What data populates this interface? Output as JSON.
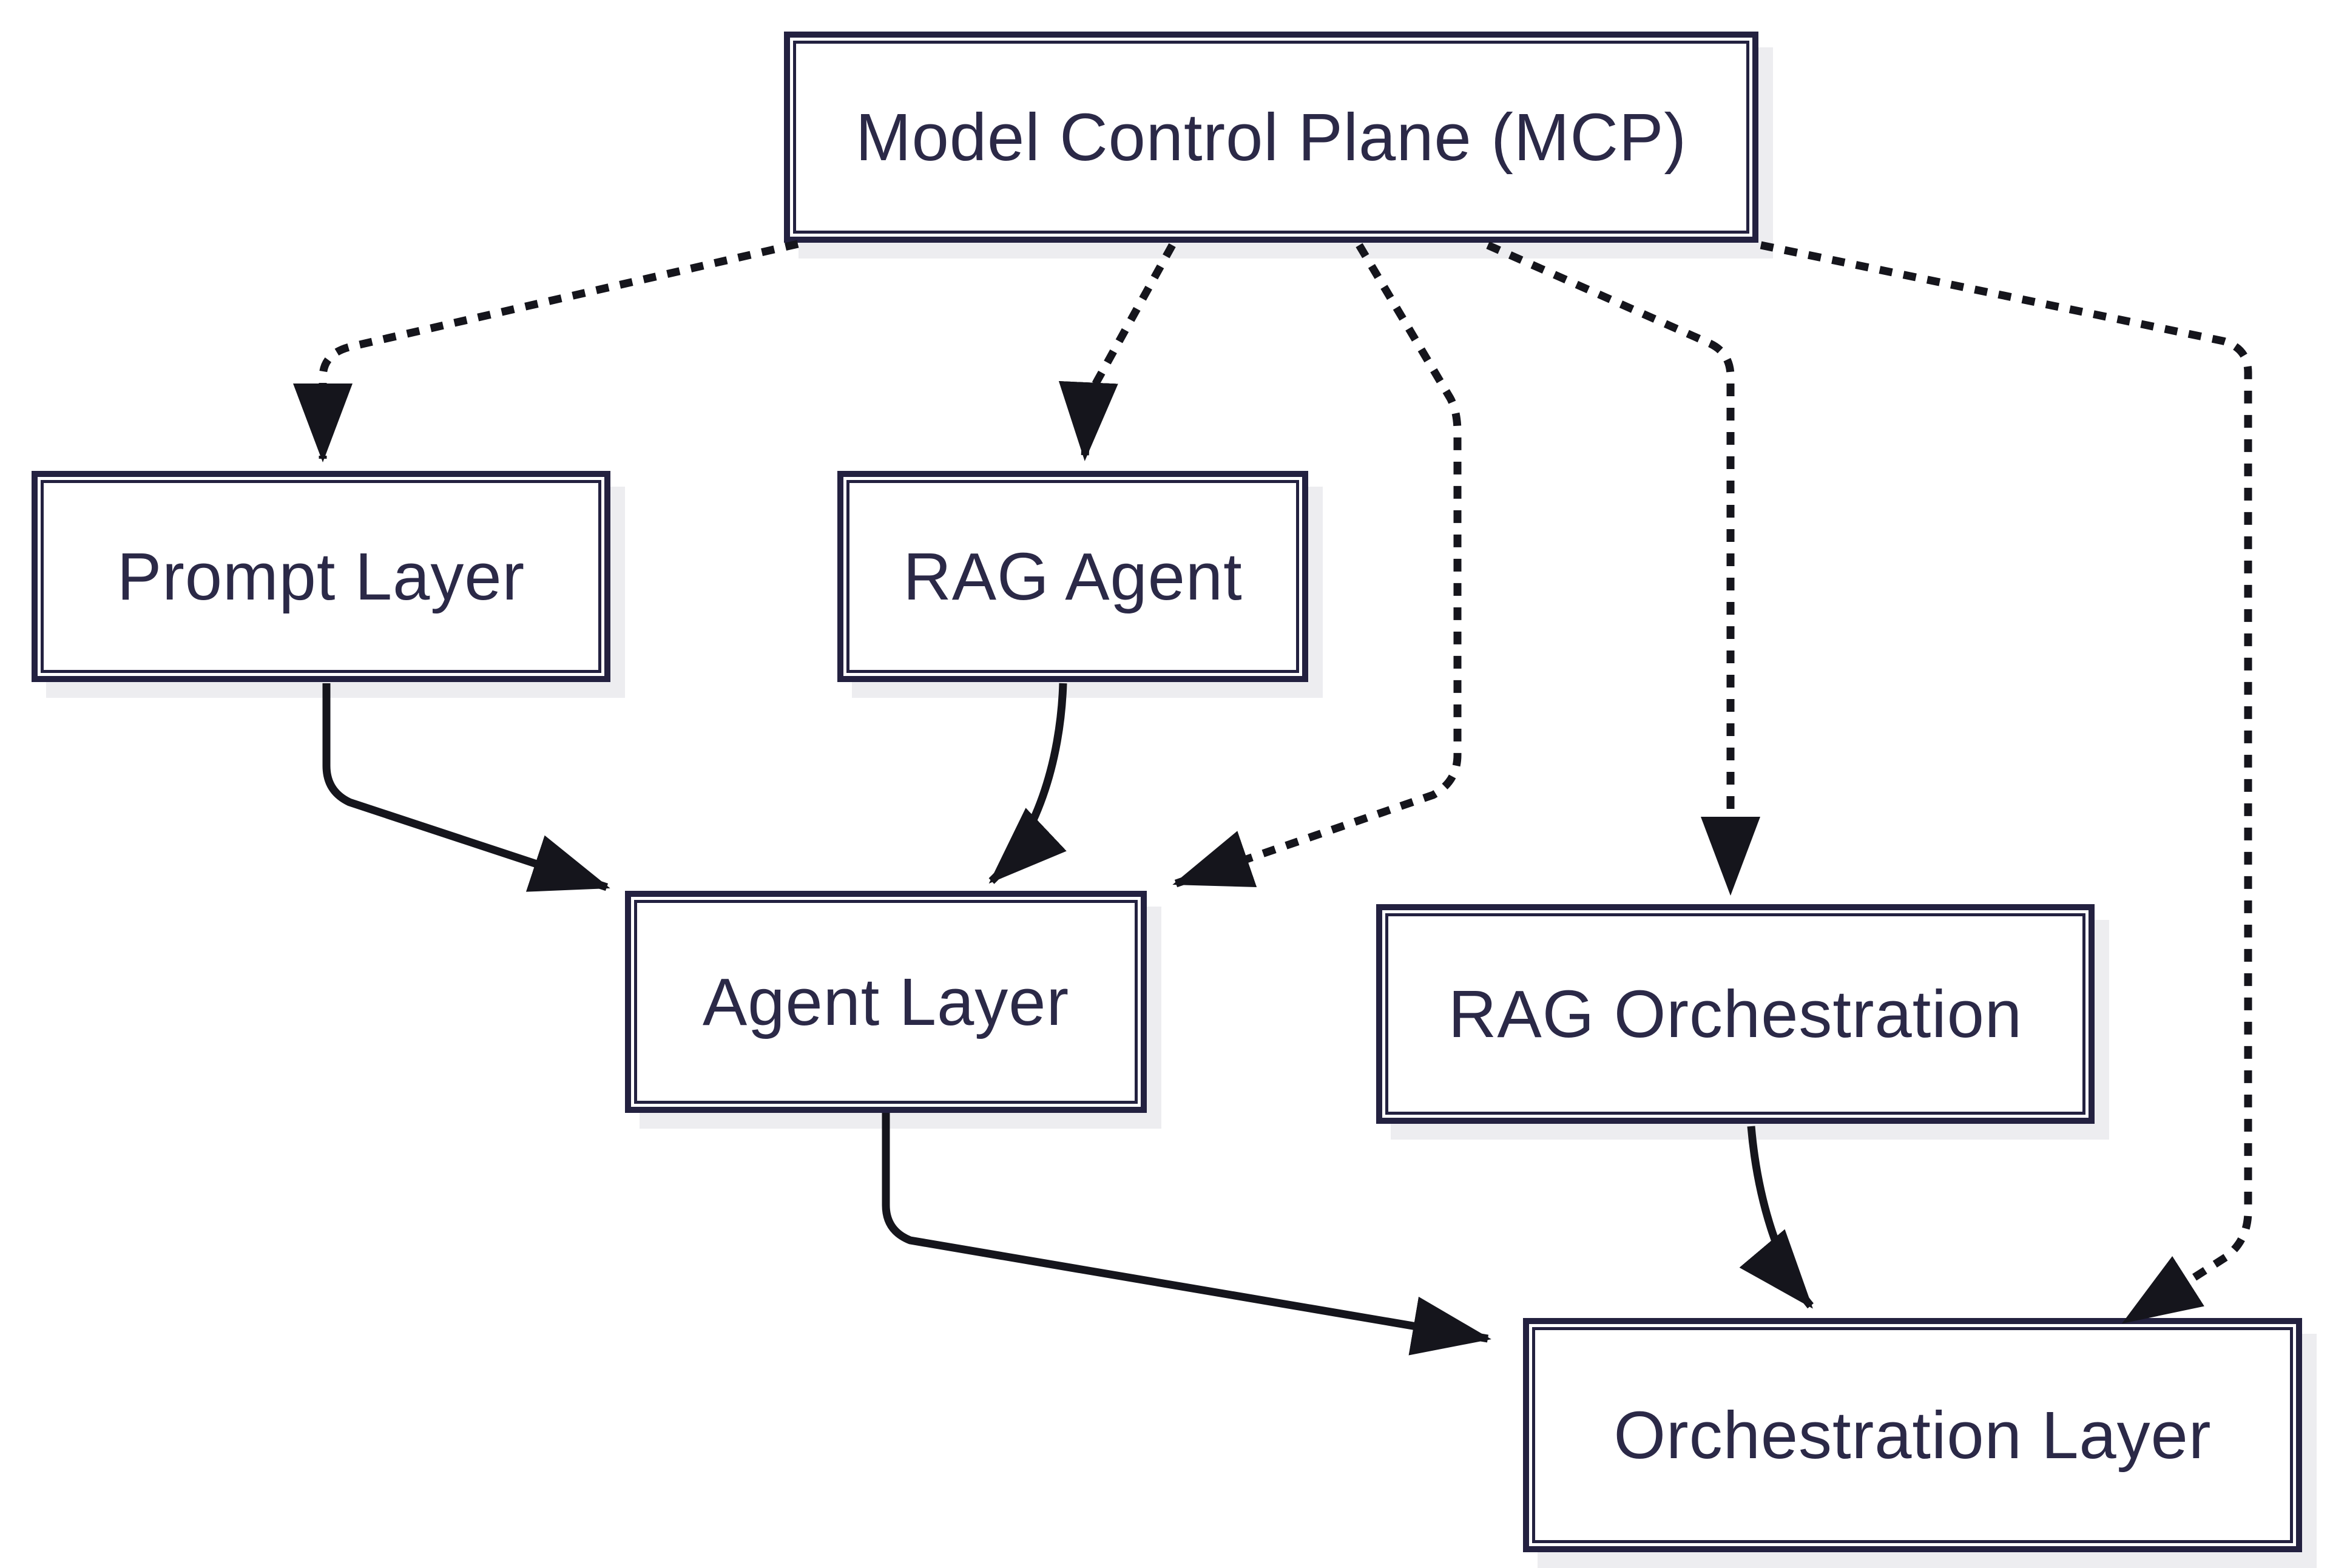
{
  "diagram": {
    "nodes": [
      {
        "id": "mcp",
        "label": "Model Control Plane (MCP)"
      },
      {
        "id": "prompt-layer",
        "label": "Prompt Layer"
      },
      {
        "id": "rag-agent",
        "label": "RAG Agent"
      },
      {
        "id": "agent-layer",
        "label": "Agent Layer"
      },
      {
        "id": "rag-orchestration",
        "label": "RAG Orchestration"
      },
      {
        "id": "orchestration-layer",
        "label": "Orchestration Layer"
      }
    ],
    "edges": [
      {
        "from": "mcp",
        "to": "prompt-layer",
        "style": "dotted"
      },
      {
        "from": "mcp",
        "to": "rag-agent",
        "style": "dotted"
      },
      {
        "from": "mcp",
        "to": "agent-layer",
        "style": "dotted"
      },
      {
        "from": "mcp",
        "to": "rag-orchestration",
        "style": "dotted"
      },
      {
        "from": "mcp",
        "to": "orchestration-layer",
        "style": "dotted"
      },
      {
        "from": "prompt-layer",
        "to": "agent-layer",
        "style": "solid"
      },
      {
        "from": "rag-agent",
        "to": "agent-layer",
        "style": "solid"
      },
      {
        "from": "agent-layer",
        "to": "orchestration-layer",
        "style": "solid"
      },
      {
        "from": "rag-orchestration",
        "to": "orchestration-layer",
        "style": "solid"
      }
    ],
    "colors": {
      "background": "#ffffff",
      "box_fill": "#ffffff",
      "box_border": "#232140",
      "text": "#2b2947",
      "arrow": "#15151c",
      "shadow": "#ededf0"
    }
  }
}
